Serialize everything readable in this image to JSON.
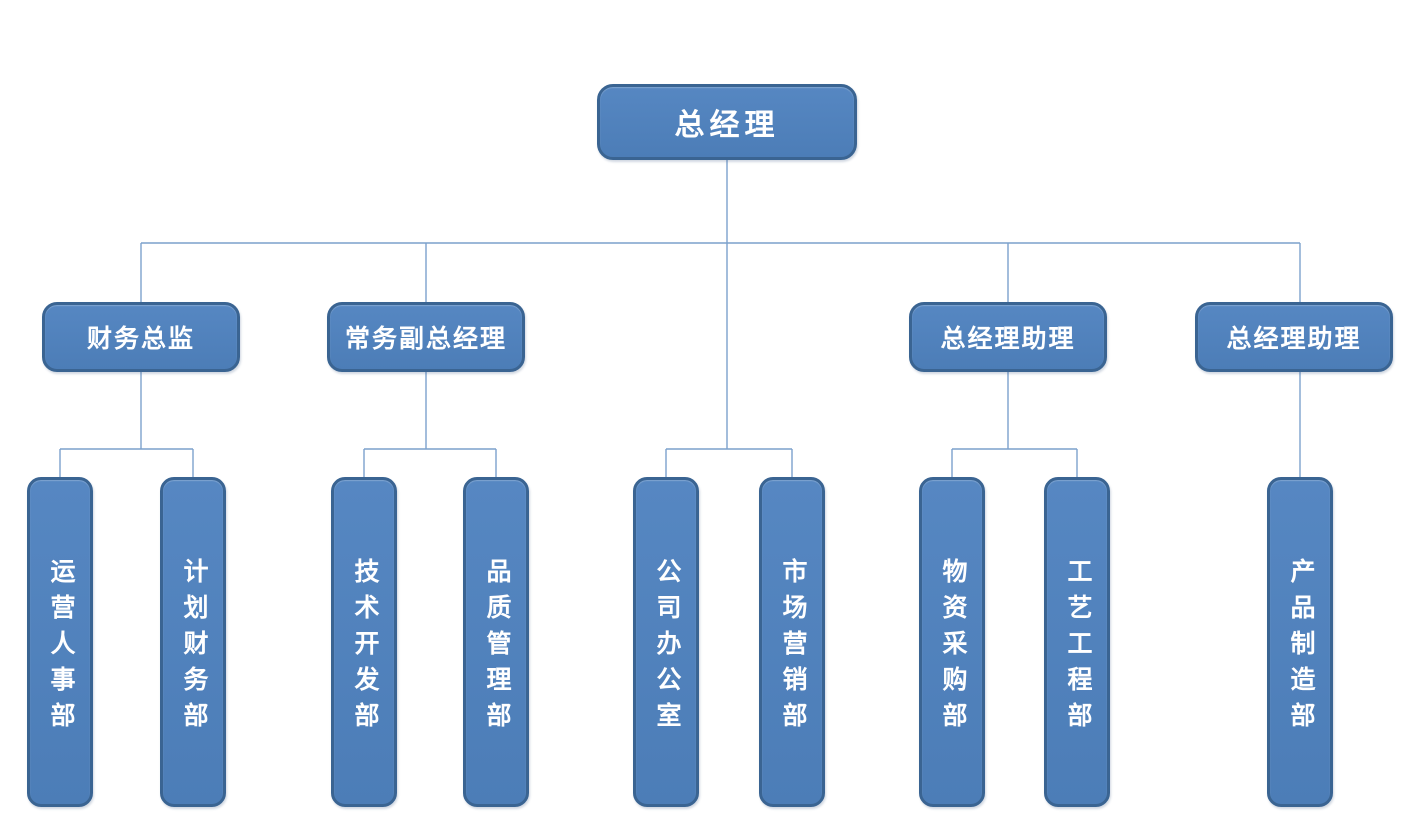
{
  "diagram": {
    "type": "org-chart",
    "root": {
      "label": "总经理"
    },
    "managers": [
      {
        "label": "财务总监"
      },
      {
        "label": "常务副总经理"
      },
      {
        "label": "总经理助理"
      },
      {
        "label": "总经理助理"
      }
    ],
    "departments": [
      {
        "label": "运营人事部",
        "reports_to": "财务总监"
      },
      {
        "label": "计划财务部",
        "reports_to": "财务总监"
      },
      {
        "label": "技术开发部",
        "reports_to": "常务副总经理"
      },
      {
        "label": "品质管理部",
        "reports_to": "常务副总经理"
      },
      {
        "label": "公司办公室",
        "reports_to": "总经理"
      },
      {
        "label": "市场营销部",
        "reports_to": "总经理"
      },
      {
        "label": "物资采购部",
        "reports_to": "总经理助理"
      },
      {
        "label": "工艺工程部",
        "reports_to": "总经理助理"
      },
      {
        "label": "产品制造部",
        "reports_to": "总经理助理"
      }
    ],
    "colors": {
      "node_fill": "#4f81bd",
      "node_border": "#3a6492",
      "connector": "#7ca1cc",
      "text": "#ffffff",
      "background": "#ffffff"
    }
  }
}
